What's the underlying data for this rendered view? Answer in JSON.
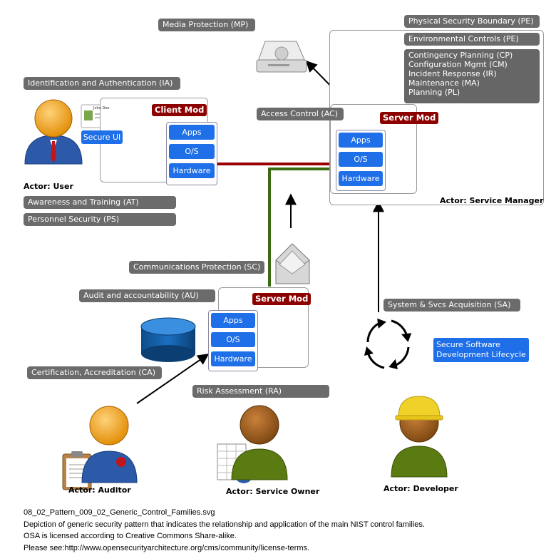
{
  "labels": {
    "mp": "Media Protection (MP)",
    "pe_boundary": "Physical Security Boundary (PE)",
    "pe_env": "Environmental Controls (PE)",
    "ops": [
      "Contingency Planning (CP)",
      "Configuration Mgmt (CM)",
      "Incident Response (IR)",
      "Maintenance (MA)",
      "Planning (PL)"
    ],
    "ia": "Identification and Authentication (IA)",
    "ac": "Access Control (AC)",
    "at": "Awareness and Training (AT)",
    "ps": "Personnel Security (PS)",
    "sc": "Communications Protection (SC)",
    "au": "Audit and accountability (AU)",
    "sa": "System & Svcs Acquisition (SA)",
    "ca": "Certification, Accreditation (CA)",
    "ra": "Risk Assessment (RA)"
  },
  "modules": {
    "client": {
      "title": "Client Mod",
      "layers": [
        "Apps",
        "O/S",
        "Hardware"
      ]
    },
    "server_top": {
      "title": "Server Mod",
      "layers": [
        "Apps",
        "O/S",
        "Hardware"
      ]
    },
    "server_bottom": {
      "title": "Server Mod",
      "layers": [
        "Apps",
        "O/S",
        "Hardware"
      ]
    }
  },
  "secure_ui": "Secure UI",
  "badge_name": "John Doe",
  "ssdl": [
    "Secure Software",
    "Development Lifecycle"
  ],
  "actors": {
    "user": "Actor: User",
    "service_manager": "Actor: Service Manager",
    "auditor": "Actor: Auditor",
    "service_owner": "Actor: Service Owner",
    "developer": "Actor: Developer"
  },
  "caption": [
    "08_02_Pattern_009_02_Generic_Control_Families.svg",
    "Depiction of generic security pattern that indicates the relationship and application of the main NIST control families.",
    "OSA is licensed according to Creative Commons Share-alike.",
    "Please see:http://www.opensecurityarchitecture.org/cms/community/license-terms."
  ],
  "colors": {
    "label_bg": "#6b6b6b",
    "module_title": "#8c0000",
    "layer_blue": "#1f6fe8",
    "link_red": "#990000",
    "link_green": "#3a6b10",
    "actor_blue": "#2d5aa8",
    "actor_green": "#5a7a12"
  }
}
